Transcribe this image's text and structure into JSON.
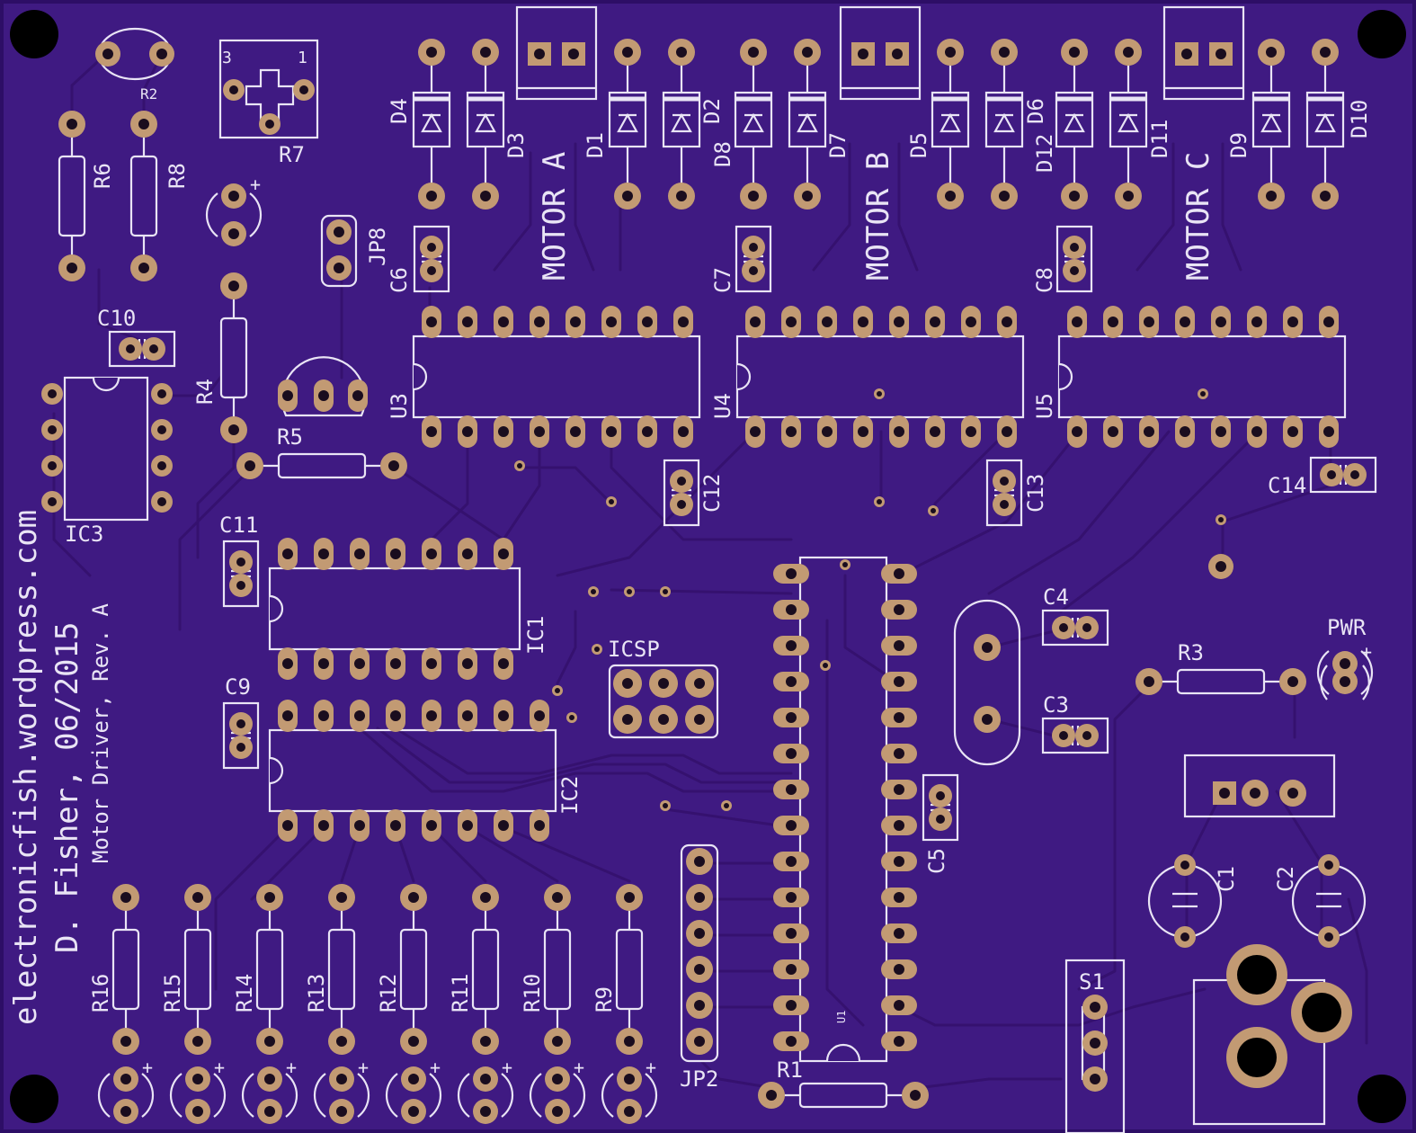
{
  "colors": {
    "board": "#3f1a82",
    "edge": "#2d0e66",
    "trace": "#35116f",
    "pad": "#c29a73",
    "hole": "#1a0d1e",
    "silk": "#e9e4f5",
    "mount": "#000000"
  },
  "texts": {
    "vertical_credit_1": "electronicfish.wordpress.com",
    "vertical_credit_2": "D. Fisher, 06/2015",
    "vertical_credit_3": "Motor Driver, Rev. A",
    "motor_a": "MOTOR A",
    "motor_b": "MOTOR B",
    "motor_c": "MOTOR C",
    "plus": "+",
    "r7_pin3": "3",
    "r7_pin1": "1"
  },
  "labels": {
    "R2": "R2",
    "R7": "R7",
    "R6": "R6",
    "R8": "R8",
    "R4": "R4",
    "R5": "R5",
    "R3": "R3",
    "R1": "R1",
    "R16": "R16",
    "R15": "R15",
    "R14": "R14",
    "R13": "R13",
    "R12": "R12",
    "R11": "R11",
    "R10": "R10",
    "R9": "R9",
    "D1": "D1",
    "D2": "D2",
    "D3": "D3",
    "D4": "D4",
    "D5": "D5",
    "D6": "D6",
    "D7": "D7",
    "D8": "D8",
    "D9": "D9",
    "D10": "D10",
    "D11": "D11",
    "D12": "D12",
    "C1": "C1",
    "C2": "C2",
    "C3": "C3",
    "C4": "C4",
    "C5": "C5",
    "C6": "C6",
    "C7": "C7",
    "C8": "C8",
    "C9": "C9",
    "C10": "C10",
    "C11": "C11",
    "C12": "C12",
    "C13": "C13",
    "C14": "C14",
    "U1": "U1",
    "U3": "U3",
    "U4": "U4",
    "U5": "U5",
    "IC1": "IC1",
    "IC2": "IC2",
    "IC3": "IC3",
    "JP2": "JP2",
    "JP8": "JP8",
    "ICSP": "ICSP",
    "PWR": "PWR",
    "S1": "S1"
  }
}
